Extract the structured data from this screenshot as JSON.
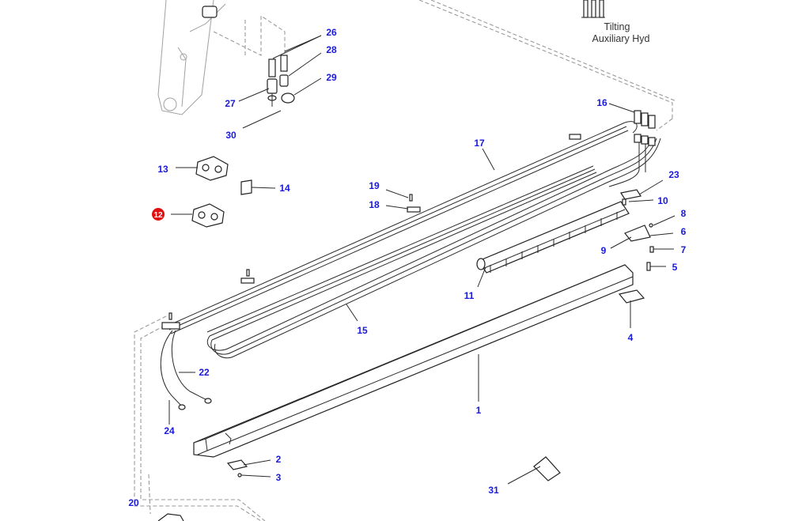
{
  "caption": {
    "line1": "Tilting",
    "line2": "Auxiliary Hyd"
  },
  "highlight_color": "#e01010",
  "label_color": "#1a1adc",
  "callouts": [
    {
      "num": "26",
      "name": "callout-26"
    },
    {
      "num": "28",
      "name": "callout-28"
    },
    {
      "num": "29",
      "name": "callout-29"
    },
    {
      "num": "27",
      "name": "callout-27"
    },
    {
      "num": "30",
      "name": "callout-30"
    },
    {
      "num": "16",
      "name": "callout-16"
    },
    {
      "num": "17",
      "name": "callout-17"
    },
    {
      "num": "13",
      "name": "callout-13"
    },
    {
      "num": "14",
      "name": "callout-14"
    },
    {
      "num": "23",
      "name": "callout-23"
    },
    {
      "num": "19",
      "name": "callout-19"
    },
    {
      "num": "10",
      "name": "callout-10"
    },
    {
      "num": "18",
      "name": "callout-18"
    },
    {
      "num": "12",
      "name": "callout-12",
      "highlighted": true
    },
    {
      "num": "8",
      "name": "callout-8"
    },
    {
      "num": "6",
      "name": "callout-6"
    },
    {
      "num": "9",
      "name": "callout-9"
    },
    {
      "num": "7",
      "name": "callout-7"
    },
    {
      "num": "5",
      "name": "callout-5"
    },
    {
      "num": "11",
      "name": "callout-11"
    },
    {
      "num": "15",
      "name": "callout-15"
    },
    {
      "num": "4",
      "name": "callout-4"
    },
    {
      "num": "22",
      "name": "callout-22"
    },
    {
      "num": "1",
      "name": "callout-1"
    },
    {
      "num": "24",
      "name": "callout-24"
    },
    {
      "num": "2",
      "name": "callout-2"
    },
    {
      "num": "3",
      "name": "callout-3"
    },
    {
      "num": "31",
      "name": "callout-31"
    },
    {
      "num": "20",
      "name": "callout-20"
    }
  ]
}
